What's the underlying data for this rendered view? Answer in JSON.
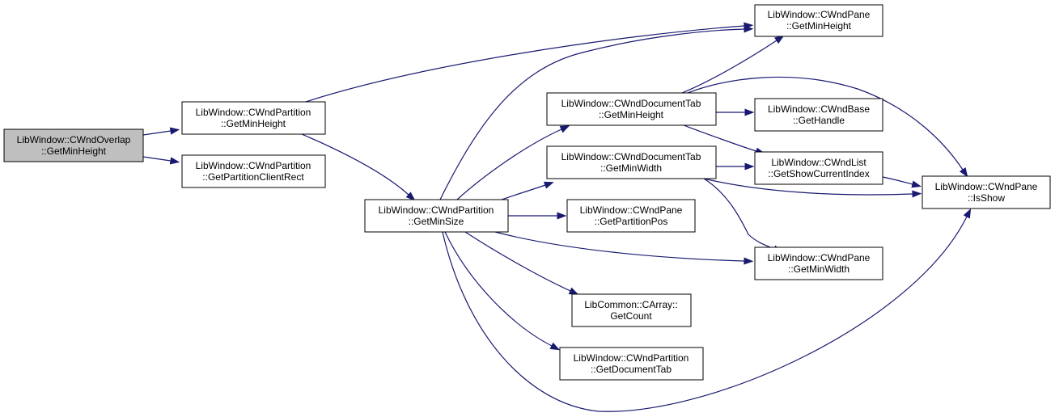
{
  "colors": {
    "edge": "#191970",
    "node_fill": "#ffffff",
    "root_fill": "#bfbfbf",
    "node_border": "#000000"
  },
  "nodes": {
    "overlap_getminheight": {
      "line1": "LibWindow::CWndOverlap",
      "line2": "::GetMinHeight",
      "root": true
    },
    "partition_getminheight": {
      "line1": "LibWindow::CWndPartition",
      "line2": "::GetMinHeight"
    },
    "partition_getpartitionclientrect": {
      "line1": "LibWindow::CWndPartition",
      "line2": "::GetPartitionClientRect"
    },
    "partition_getminsize": {
      "line1": "LibWindow::CWndPartition",
      "line2": "::GetMinSize"
    },
    "pane_getminheight": {
      "line1": "LibWindow::CWndPane",
      "line2": "::GetMinHeight"
    },
    "documenttab_getminheight": {
      "line1": "LibWindow::CWndDocumentTab",
      "line2": "::GetMinHeight"
    },
    "base_gethandle": {
      "line1": "LibWindow::CWndBase",
      "line2": "::GetHandle"
    },
    "documenttab_getminwidth": {
      "line1": "LibWindow::CWndDocumentTab",
      "line2": "::GetMinWidth"
    },
    "list_getshowcurrentindex": {
      "line1": "LibWindow::CWndList",
      "line2": "::GetShowCurrentIndex"
    },
    "pane_isshow": {
      "line1": "LibWindow::CWndPane",
      "line2": "::IsShow"
    },
    "pane_getpartitionpos": {
      "line1": "LibWindow::CWndPane",
      "line2": "::GetPartitionPos"
    },
    "pane_getminwidth": {
      "line1": "LibWindow::CWndPane",
      "line2": "::GetMinWidth"
    },
    "carray_getcount": {
      "line1": "LibCommon::CArray::",
      "line2": "GetCount"
    },
    "partition_getdocumenttab": {
      "line1": "LibWindow::CWndPartition",
      "line2": "::GetDocumentTab"
    }
  },
  "edges": [
    [
      "overlap_getminheight",
      "partition_getminheight"
    ],
    [
      "overlap_getminheight",
      "partition_getpartitionclientrect"
    ],
    [
      "partition_getminheight",
      "pane_getminheight"
    ],
    [
      "partition_getminheight",
      "partition_getminsize"
    ],
    [
      "partition_getminsize",
      "pane_getminheight"
    ],
    [
      "partition_getminsize",
      "documenttab_getminheight"
    ],
    [
      "partition_getminsize",
      "documenttab_getminwidth"
    ],
    [
      "partition_getminsize",
      "pane_getpartitionpos"
    ],
    [
      "partition_getminsize",
      "pane_getminwidth"
    ],
    [
      "partition_getminsize",
      "carray_getcount"
    ],
    [
      "partition_getminsize",
      "partition_getdocumenttab"
    ],
    [
      "partition_getminsize",
      "pane_isshow"
    ],
    [
      "documenttab_getminheight",
      "pane_getminheight"
    ],
    [
      "documenttab_getminheight",
      "base_gethandle"
    ],
    [
      "documenttab_getminheight",
      "list_getshowcurrentindex"
    ],
    [
      "documenttab_getminheight",
      "pane_isshow"
    ],
    [
      "documenttab_getminwidth",
      "list_getshowcurrentindex"
    ],
    [
      "documenttab_getminwidth",
      "pane_isshow"
    ],
    [
      "documenttab_getminwidth",
      "pane_getminwidth"
    ],
    [
      "list_getshowcurrentindex",
      "pane_isshow"
    ]
  ]
}
